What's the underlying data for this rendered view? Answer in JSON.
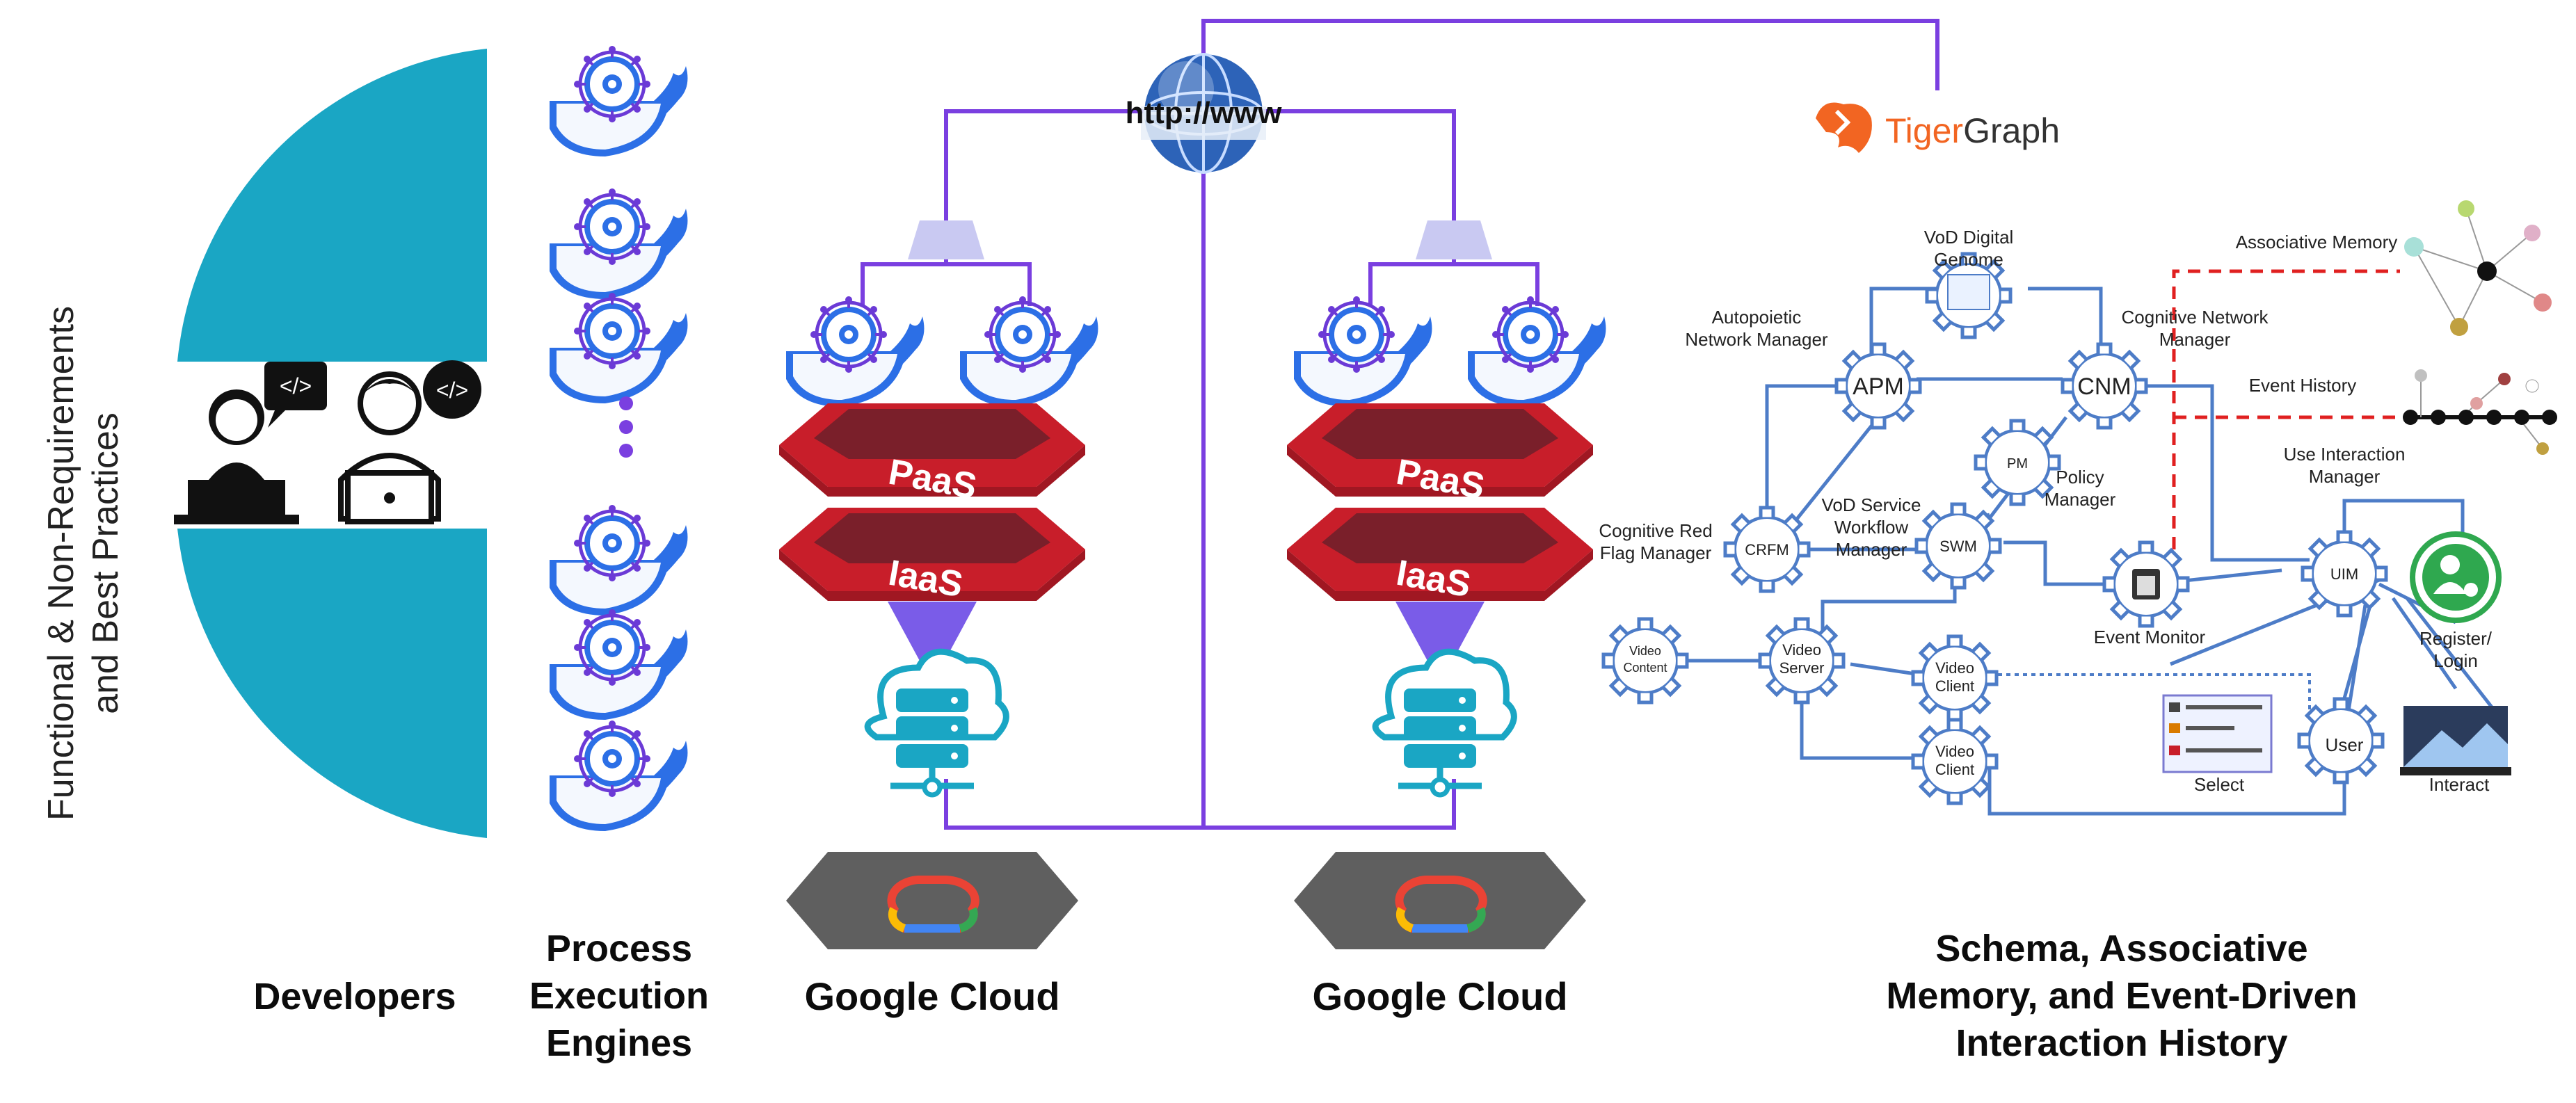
{
  "left_label": {
    "line1": "Functional & Non-Requirements",
    "line2": "and Best Practices"
  },
  "captions": {
    "developers": "Developers",
    "engines_line1": "Process",
    "engines_line2": "Execution",
    "engines_line3": "Engines",
    "cloud_left": "Google Cloud",
    "cloud_right": "Google Cloud",
    "schema_line1": "Schema, Associative",
    "schema_line2": "Memory, and Event-Driven",
    "schema_line3": "Interaction History"
  },
  "globe_text": "http://www",
  "layers": {
    "paas": "PaaS",
    "iaas": "IaaS"
  },
  "tigergraph": {
    "tiger": "Tiger",
    "graph": "Graph"
  },
  "nodes": {
    "vod_digital_genome": [
      "VoD Digital",
      "Genome"
    ],
    "apm_desc": [
      "Autopoietic",
      "Network Manager"
    ],
    "apm": "APM",
    "cnm": "CNM",
    "cnm_desc": [
      "Cognitive Network",
      "Manager"
    ],
    "pm": "PM",
    "pm_desc": [
      "Policy",
      "Manager"
    ],
    "crfm": "CRFM",
    "crfm_desc": [
      "Cognitive Red",
      "Flag Manager"
    ],
    "swm": "SWM",
    "swm_desc": [
      "VoD Service",
      "Workflow",
      "Manager"
    ],
    "event_monitor": "Event Monitor",
    "uim": "UIM",
    "uim_desc": [
      "Use Interaction",
      "Manager"
    ],
    "register": [
      "Register/",
      "Login"
    ],
    "video_content": [
      "Video",
      "Content"
    ],
    "video_server": [
      "Video",
      "Server"
    ],
    "video_client_1": [
      "Video",
      "Client"
    ],
    "video_client_2": [
      "Video",
      "Client"
    ],
    "user": "User",
    "select": "Select",
    "interact": "Interact",
    "associative_memory": "Associative Memory",
    "event_history": "Event History"
  },
  "colors": {
    "teal": "#1aa6c4",
    "purple": "#7a3fe0",
    "blue_line": "#4d7cc7",
    "red_dash": "#e02020",
    "paas_red": "#c81e2a",
    "paas_dark": "#7a1f2a",
    "whale_blue": "#2c6fe6",
    "tiger_orange": "#f26522"
  },
  "icons": {
    "developers": "developer-laptop-icon",
    "engine": "docker-whale-helm-icon",
    "globe": "globe-icon",
    "load_balancer": "load-balancer-icon",
    "funnel": "funnel-icon",
    "server": "cloud-server-icon",
    "gcp": "google-cloud-logo-icon",
    "tigergraph": "tigergraph-logo-icon",
    "gear": "gear-node-icon"
  }
}
